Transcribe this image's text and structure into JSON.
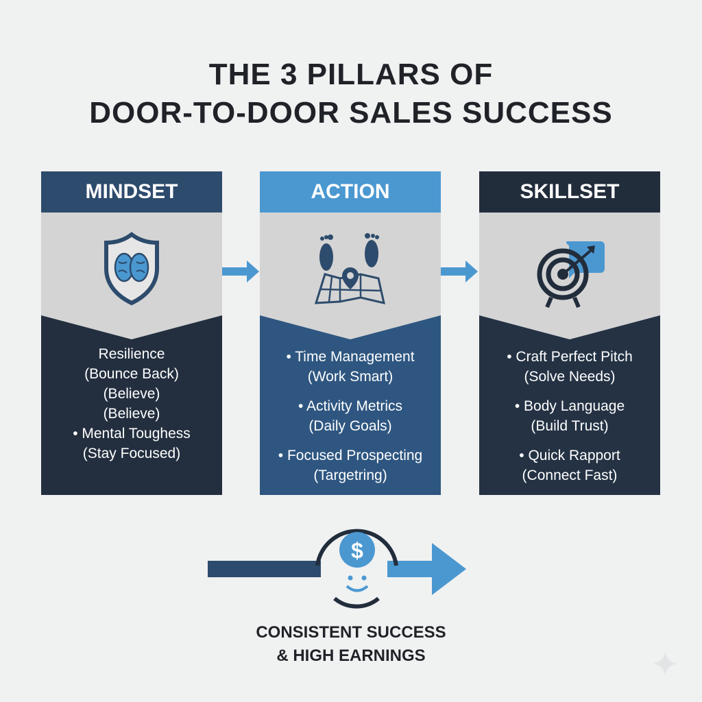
{
  "title": {
    "line1": "THE 3 PILLARS OF",
    "line2": "DOOR-TO-DOOR SALES SUCCESS"
  },
  "pillars": [
    {
      "name": "MINDSET",
      "icon": "shield-brain-icon",
      "header_color": "#2d4b6c",
      "body_color": "#232f3f",
      "lines": [
        "Resilience",
        "(Bounce Back)",
        "(Believe)",
        "(Believe)",
        "• Mental Toughess",
        "(Stay Focused)"
      ]
    },
    {
      "name": "ACTION",
      "icon": "footprints-map-icon",
      "header_color": "#4b98d1",
      "body_color": "#2e5680",
      "items": [
        {
          "title": "• Time Management",
          "sub": "(Work Smart)"
        },
        {
          "title": "• Activity Metrics",
          "sub": "(Daily Goals)"
        },
        {
          "title": "• Focused Prospecting",
          "sub": "(Targetring)"
        }
      ]
    },
    {
      "name": "SKILLSET",
      "icon": "target-arrow-chat-icon",
      "header_color": "#222d3c",
      "body_color": "#243244",
      "items": [
        {
          "title": "• Craft Perfect Pitch",
          "sub": "(Solve Needs)"
        },
        {
          "title": "• Body Language",
          "sub": "(Build Trust)"
        },
        {
          "title": "• Quick Rapport",
          "sub": "(Connect Fast)"
        }
      ]
    }
  ],
  "result": {
    "line1": "CONSISTENT SUCCESS",
    "line2": "& HIGH EARNINGS",
    "icon": "dollar-smile-icon"
  },
  "colors": {
    "accent": "#4b98d1",
    "dark": "#2d4b6c",
    "gray": "#d4d4d4"
  }
}
